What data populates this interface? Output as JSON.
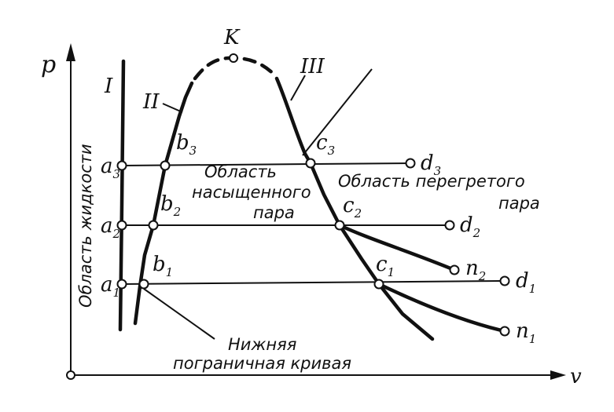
{
  "axes": {
    "y_label": "p",
    "x_label": "v"
  },
  "critical_point": "K",
  "curves": {
    "I": "I",
    "II": "II",
    "III": "III"
  },
  "points": {
    "a1": {
      "base": "a",
      "sub": "1"
    },
    "a2": {
      "base": "a",
      "sub": "2"
    },
    "a3": {
      "base": "a",
      "sub": "3"
    },
    "b1": {
      "base": "b",
      "sub": "1"
    },
    "b2": {
      "base": "b",
      "sub": "2"
    },
    "b3": {
      "base": "b",
      "sub": "3"
    },
    "c1": {
      "base": "c",
      "sub": "1"
    },
    "c2": {
      "base": "c",
      "sub": "2"
    },
    "c3": {
      "base": "c",
      "sub": "3"
    },
    "d1": {
      "base": "d",
      "sub": "1"
    },
    "d2": {
      "base": "d",
      "sub": "2"
    },
    "d3": {
      "base": "d",
      "sub": "3"
    },
    "n1": {
      "base": "n",
      "sub": "1"
    },
    "n2": {
      "base": "n",
      "sub": "2"
    }
  },
  "regions": {
    "liquid": "Область жидкости",
    "saturated_line1": "Область",
    "saturated_line2": "насыщенного",
    "saturated_line3": "пара",
    "superheated_line1": "Область перегретого",
    "superheated_line2": "пара",
    "lower_curve_line1": "Нижняя",
    "lower_curve_line2": "пограничная кривая"
  }
}
